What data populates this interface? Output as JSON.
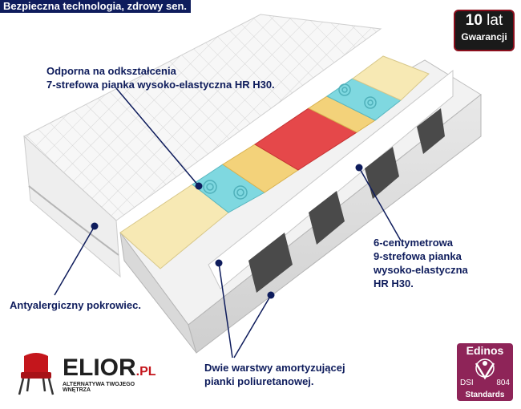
{
  "tagline": "Bezpieczna technologia, zdrowy sen.",
  "labels": {
    "foam7_line1": "Odporna na odkształcenia",
    "foam7_line2": "7-strefowa pianka wysoko-elastyczna HR H30.",
    "foam9_line1": "6-centymetrowa",
    "foam9_line2": "9-strefowa pianka",
    "foam9_line3": "wysoko-elastyczna",
    "foam9_line4": "HR H30.",
    "cover": "Antyalergiczny pokrowiec.",
    "layers_line1": "Dwie warstwy amortyzującej",
    "layers_line2": "pianki poliuretanowej."
  },
  "guarantee": {
    "big": "10",
    "unit": "lat",
    "small": "Gwarancji"
  },
  "edinos": {
    "title": "Edinos",
    "dsi": "DSI",
    "number": "804",
    "standards": "Standards"
  },
  "logo": {
    "name": "ELIOR",
    "suffix": ".PL",
    "tagline": "ALTERNATYWA TWOJEGO WNĘTRZA"
  },
  "colors": {
    "navy": "#0e1c5c",
    "foam_cream": "#f7e9b4",
    "foam_teal": "#7fd8e0",
    "foam_red": "#e5484a",
    "foam_yellow": "#f3d27a",
    "badge_maroon": "#8e2458"
  }
}
